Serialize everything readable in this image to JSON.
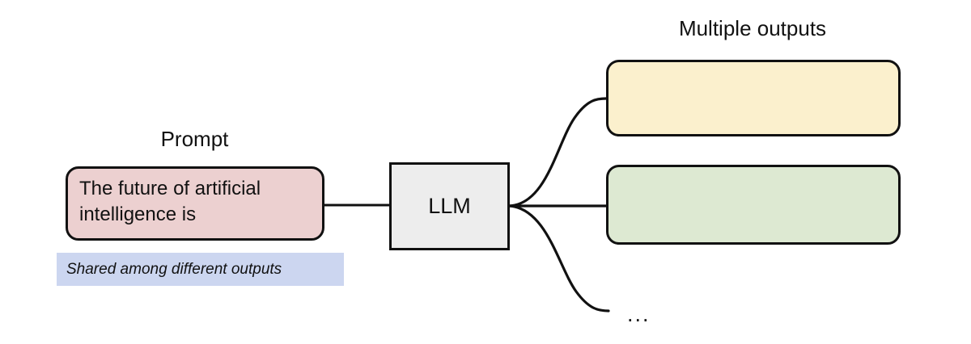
{
  "diagram": {
    "title_prompt": "Prompt",
    "title_outputs": "Multiple outputs",
    "prompt": {
      "text": "The future of artificial intelligence is",
      "fill_color": "#ecd0d0",
      "stroke_color": "#111111"
    },
    "model": {
      "label": "LLM",
      "fill_color": "#ededed",
      "stroke_color": "#111111"
    },
    "outputs": [
      {
        "index": 1,
        "text": "",
        "fill_color": "#fbf0cd",
        "stroke_color": "#111111"
      },
      {
        "index": 2,
        "text": "",
        "fill_color": "#dde9d2",
        "stroke_color": "#111111"
      }
    ],
    "ellipsis": "...",
    "shared_note": {
      "text": "Shared among different outputs",
      "fill_color": "#ccd6f0",
      "style": "italic"
    },
    "connectors": {
      "prompt_to_model": "straight",
      "model_to_output_1": "curve-up",
      "model_to_output_2": "straight",
      "model_to_ellipsis": "curve-down"
    },
    "background_color": "#ffffff"
  }
}
